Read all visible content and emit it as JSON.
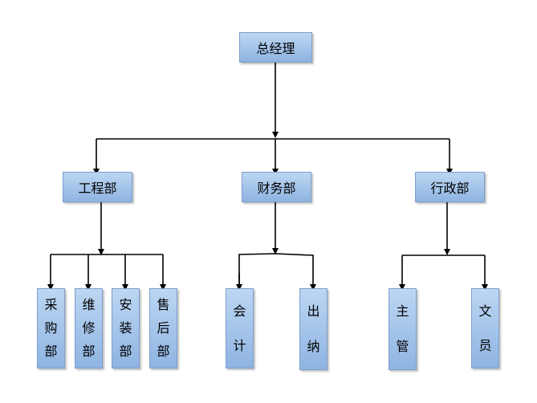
{
  "org_chart": {
    "root": {
      "label": "总经理"
    },
    "departments": [
      {
        "label": "工程部",
        "children": [
          {
            "label": "采购部"
          },
          {
            "label": "维修部"
          },
          {
            "label": "安装部"
          },
          {
            "label": "售后部"
          }
        ]
      },
      {
        "label": "财务部",
        "children": [
          {
            "label": "会计"
          },
          {
            "label": "出纳"
          }
        ]
      },
      {
        "label": "行政部",
        "children": [
          {
            "label": "主管"
          },
          {
            "label": "文员"
          }
        ]
      }
    ]
  }
}
